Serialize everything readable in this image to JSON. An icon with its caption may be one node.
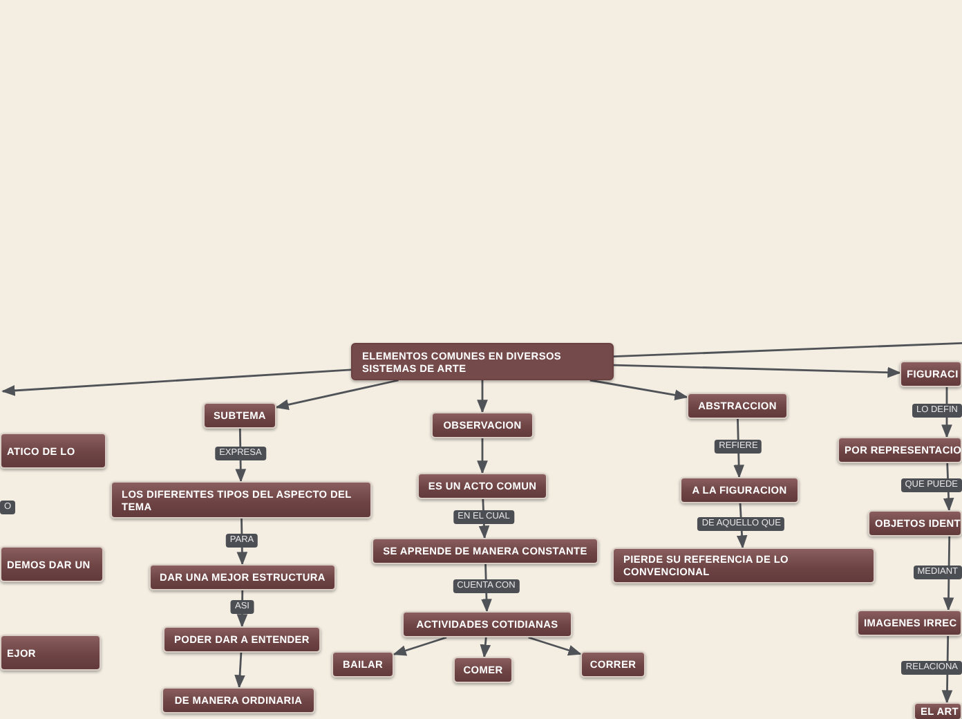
{
  "diagram": {
    "nodes": [
      {
        "text": [
          "ELEMENTOS COMUNES EN DIVERSOS SISTEMAS DE ARTE"
        ]
      },
      {
        "text": [
          "SUBTEMA"
        ]
      },
      {
        "text": [
          "OBSERVACION"
        ]
      },
      {
        "text": [
          "ABSTRACCION"
        ]
      },
      {
        "text": [
          "FIGURACI"
        ]
      },
      {
        "text": [
          "LOS DIFERENTES TIPOS DEL ASPECTO DEL TEMA"
        ]
      },
      {
        "text": [
          "DAR UNA MEJOR ESTRUCTURA"
        ]
      },
      {
        "text": [
          "PODER DAR A ENTENDER"
        ]
      },
      {
        "text": [
          "DE MANERA ORDINARIA"
        ]
      },
      {
        "text": [
          "ES UN ACTO COMUN"
        ]
      },
      {
        "text": [
          "SE APRENDE DE MANERA CONSTANTE"
        ]
      },
      {
        "text": [
          "ACTIVIDADES COTIDIANAS"
        ]
      },
      {
        "text": [
          "BAILAR"
        ]
      },
      {
        "text": [
          "COMER"
        ]
      },
      {
        "text": [
          "CORRER"
        ]
      },
      {
        "text": [
          "A LA FIGURACION"
        ]
      },
      {
        "text": [
          "PIERDE SU REFERENCIA DE LO CONVENCIONAL"
        ]
      },
      {
        "text": [
          "POR REPRESENTACIO"
        ]
      },
      {
        "text": [
          "OBJETOS IDENT"
        ]
      },
      {
        "text": [
          "IMAGENES IRREC"
        ]
      },
      {
        "text": [
          "EL ART"
        ]
      },
      {
        "text": [
          "ATICO DE LO"
        ]
      },
      {
        "text": [
          "DEMOS DAR UN"
        ]
      },
      {
        "text": [
          "EJOR"
        ]
      }
    ],
    "edges": [
      {
        "from": 0,
        "to": null,
        "arrow": "to"
      },
      {
        "from": 0,
        "to": 1,
        "arrow": "to"
      },
      {
        "from": 0,
        "to": 2,
        "arrow": "to"
      },
      {
        "from": 0,
        "to": 3,
        "arrow": "to"
      },
      {
        "from": 0,
        "to": 4,
        "arrow": "to"
      },
      {
        "from": 0,
        "to": null,
        "arrow": "none"
      },
      {
        "from": 1,
        "to": 5,
        "arrow": "to",
        "label": "EXPRESA"
      },
      {
        "from": 5,
        "to": 6,
        "arrow": "to",
        "label": "PARA"
      },
      {
        "from": 6,
        "to": 7,
        "arrow": "to",
        "label": "ASI"
      },
      {
        "from": 7,
        "to": 8,
        "arrow": "to"
      },
      {
        "from": 2,
        "to": 9,
        "arrow": "to"
      },
      {
        "from": 9,
        "to": 10,
        "arrow": "to",
        "label": "EN EL CUAL"
      },
      {
        "from": 10,
        "to": 11,
        "arrow": "to",
        "label": "CUENTA CON"
      },
      {
        "from": 11,
        "to": 12,
        "arrow": "to"
      },
      {
        "from": 11,
        "to": 13,
        "arrow": "to"
      },
      {
        "from": 11,
        "to": 14,
        "arrow": "to"
      },
      {
        "from": 3,
        "to": 15,
        "arrow": "to",
        "label": "REFIERE"
      },
      {
        "from": 15,
        "to": 16,
        "arrow": "to",
        "label": "DE AQUELLO QUE"
      },
      {
        "from": 4,
        "to": 17,
        "arrow": "to",
        "label": "LO DEFIN"
      },
      {
        "from": 17,
        "to": 18,
        "arrow": "to",
        "label": "QUE PUEDE"
      },
      {
        "from": 18,
        "to": 19,
        "arrow": "to",
        "label": "MEDIANT"
      },
      {
        "from": 19,
        "to": 20,
        "arrow": "to",
        "label": "RELACIONA"
      }
    ],
    "labels": [
      "O"
    ]
  }
}
